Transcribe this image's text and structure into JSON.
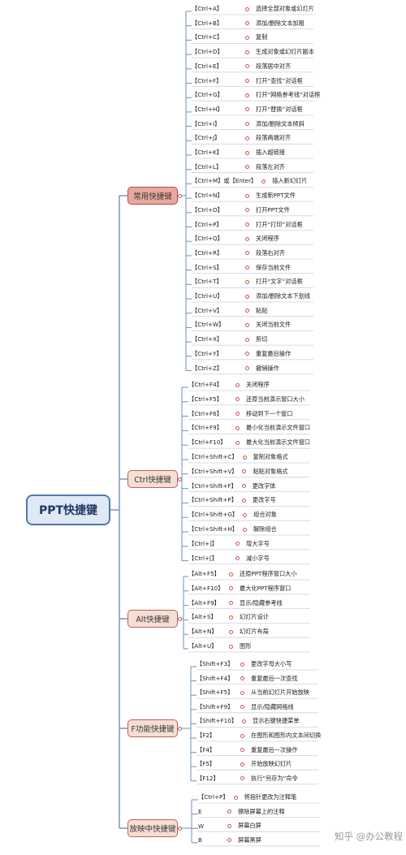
{
  "root": {
    "label": "PPT快捷键"
  },
  "categories": [
    {
      "label": "常用快捷键",
      "items": [
        {
          "key": "【Ctrl+A】",
          "desc": "选择全部对象或幻灯片"
        },
        {
          "key": "【Ctrl+B】",
          "desc": "添加/删除文本加粗"
        },
        {
          "key": "【Ctrl+C】",
          "desc": "复制"
        },
        {
          "key": "【Ctrl+D】",
          "desc": "生成对象或幻灯片副本"
        },
        {
          "key": "【Ctrl+E】",
          "desc": "段落居中对齐"
        },
        {
          "key": "【Ctrl+F】",
          "desc": "打开“查找”对话框"
        },
        {
          "key": "【Ctrl+G】",
          "desc": "打开“网格参考线”对话框"
        },
        {
          "key": "【Ctrl+H】",
          "desc": "打开“替换”对话框"
        },
        {
          "key": "【Ctrl+I】",
          "desc": "添加/删除文本倾斜"
        },
        {
          "key": "【Ctrl+J】",
          "desc": "段落两端对齐"
        },
        {
          "key": "【Ctrl+K】",
          "desc": "插入超链接"
        },
        {
          "key": "【Ctrl+L】",
          "desc": "段落左对齐"
        },
        {
          "key": "【Ctrl+M】或【Enter】",
          "desc": "插入新幻灯片"
        },
        {
          "key": "【Ctrl+N】",
          "desc": "生成新PPT文件"
        },
        {
          "key": "【Ctrl+O】",
          "desc": "打开PPT文件"
        },
        {
          "key": "【Ctrl+P】",
          "desc": "打开“打印”对话框"
        },
        {
          "key": "【Ctrl+Q】",
          "desc": "关闭程序"
        },
        {
          "key": "【Ctrl+R】",
          "desc": "段落右对齐"
        },
        {
          "key": "【Ctrl+S】",
          "desc": "保存当前文件"
        },
        {
          "key": "【Ctrl+T】",
          "desc": "打开“文字”对话框"
        },
        {
          "key": "【Ctrl+U】",
          "desc": "添加/删除文本下划线"
        },
        {
          "key": "【Ctrl+V】",
          "desc": "粘贴"
        },
        {
          "key": "【Ctrl+W】",
          "desc": "关闭当前文件"
        },
        {
          "key": "【Ctrl+X】",
          "desc": "剪切"
        },
        {
          "key": "【Ctrl+Y】",
          "desc": "重复最后操作"
        },
        {
          "key": "【Ctrl+Z】",
          "desc": "撤销操作"
        }
      ]
    },
    {
      "label": "Ctrl快捷键",
      "items": [
        {
          "key": "【Ctrl+F4】",
          "desc": "关闭程序"
        },
        {
          "key": "【Ctrl+F5】",
          "desc": "还原当前演示窗口大小"
        },
        {
          "key": "【Ctrl+F6】",
          "desc": "移动到下一个窗口"
        },
        {
          "key": "【Ctrl+F9】",
          "desc": "最小化当前演示文件窗口"
        },
        {
          "key": "【Ctrl+F10】",
          "desc": "最大化当前演示文件窗口"
        },
        {
          "key": "【Ctrl+Shift+C】",
          "desc": "复制对象格式"
        },
        {
          "key": "【Ctrl+Shift+V】",
          "desc": "粘贴对象格式"
        },
        {
          "key": "【Ctrl+Shift+F】",
          "desc": "更改字体"
        },
        {
          "key": "【Ctrl+Shift+P】",
          "desc": "更改字号"
        },
        {
          "key": "【Ctrl+Shift+G】",
          "desc": "组合对象"
        },
        {
          "key": "【Ctrl+Shift+H】",
          "desc": "解除组合"
        },
        {
          "key": "【Ctrl+]】",
          "desc": "增大字号"
        },
        {
          "key": "【Ctrl+[】",
          "desc": "减小字号"
        }
      ]
    },
    {
      "label": "Alt快捷键",
      "items": [
        {
          "key": "【Alt+F5】",
          "desc": "还原PPT程序窗口大小"
        },
        {
          "key": "【Alt+F10】",
          "desc": "最大化PPT程序窗口"
        },
        {
          "key": "【Alt+F9】",
          "desc": "显示/隐藏参考线"
        },
        {
          "key": "【Alt+S】",
          "desc": "幻灯片设计"
        },
        {
          "key": "【Alt+N】",
          "desc": "幻灯片布局"
        },
        {
          "key": "【Alt+U】",
          "desc": "图形"
        }
      ]
    },
    {
      "label": "F功能快捷键",
      "items": [
        {
          "key": "【Shift+F3】",
          "desc": "更改字母大小写"
        },
        {
          "key": "【Shift+F4】",
          "desc": "重复最后一次查找"
        },
        {
          "key": "【Shift+F5】",
          "desc": "从当前幻灯片开始放映"
        },
        {
          "key": "【Shift+F9】",
          "desc": "显示/隐藏网格线"
        },
        {
          "key": "【Shift+F10】",
          "desc": "显示右键快捷菜单"
        },
        {
          "key": "【F2】",
          "desc": "在图形和图形内文本间切换"
        },
        {
          "key": "【F4】",
          "desc": "重复最后一次操作"
        },
        {
          "key": "【F5】",
          "desc": "开始放映幻灯片"
        },
        {
          "key": "【F12】",
          "desc": "执行“另存为”命令"
        }
      ]
    },
    {
      "label": "放映中快捷键",
      "items": [
        {
          "key": "【Ctrl+P】",
          "desc": "将指针更改为注释笔"
        },
        {
          "key": "E",
          "desc": "擦除屏幕上的注释"
        },
        {
          "key": "W",
          "desc": "屏幕白屏"
        },
        {
          "key": "B",
          "desc": "屏幕黑屏"
        }
      ]
    }
  ],
  "watermark": {
    "text": "知乎 @办公教程"
  },
  "colors": {
    "root_border": "#4f78b4",
    "root_fill": "#dfe8f5",
    "category_fill": "#f5ded3",
    "category_fill_first": "#e8a8a0",
    "line": "#6f8fbf",
    "bullet": "#c05858"
  }
}
